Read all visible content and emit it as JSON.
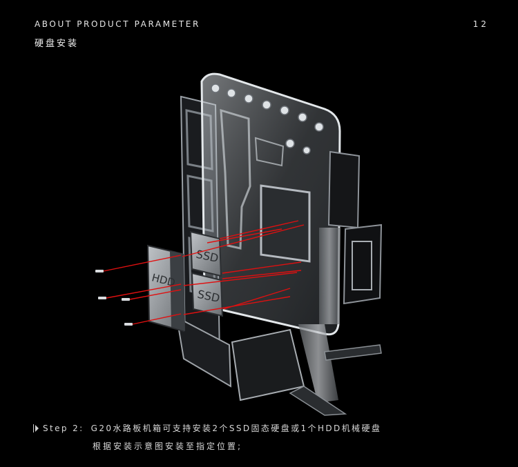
{
  "header": {
    "title_en": "ABOUT PRODUCT PARAMETER",
    "title_cn": "硬盘安装",
    "page_number": "12"
  },
  "illustration": {
    "ssd_label_top": "SSD",
    "ssd_label_bottom": "SSD",
    "hdd_label": "HDD",
    "accent_color": "#e01010"
  },
  "caption": {
    "step_label": "Step 2:",
    "line1": "G20水路板机箱可支持安装2个SSD固态硬盘或1个HDD机械硬盘",
    "line2": "根据安装示意图安装至指定位置;"
  }
}
